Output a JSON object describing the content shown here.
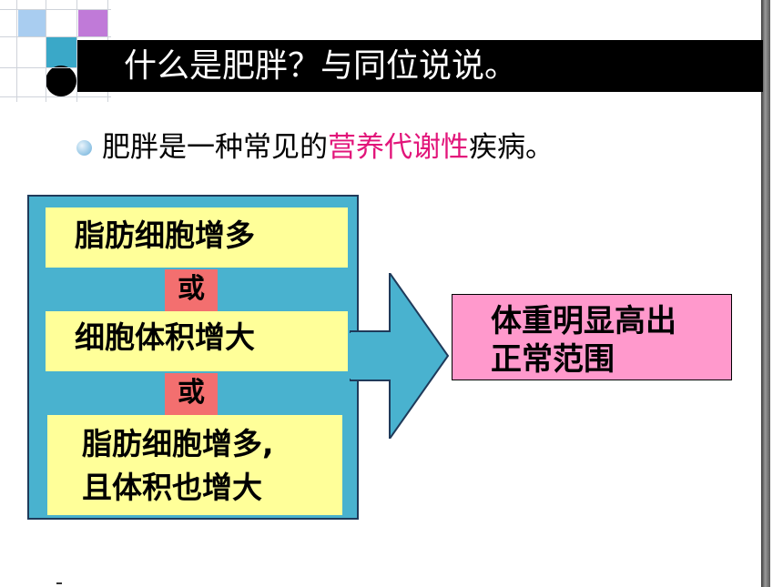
{
  "title": "什么是肥胖？与同位说说。",
  "bullet": {
    "before": "肥胖是一种常见的",
    "highlight": "营养代谢性",
    "after": "疾病。"
  },
  "diagram": {
    "box1": "脂肪细胞增多",
    "or1": "或",
    "box2": "细胞体积增大",
    "or2": "或",
    "box3_line1": "脂肪细胞增多,",
    "box3_line2": "且体积也增大",
    "result_line1": "体重明显高出",
    "result_line2": "正常范围"
  },
  "colors": {
    "title_bar": "#000000",
    "highlight": "#e2157a",
    "big_box": "#49b2cf",
    "yellow_box": "#ffff99",
    "or_box": "#f36f6f",
    "result_box": "#ff99cc"
  }
}
